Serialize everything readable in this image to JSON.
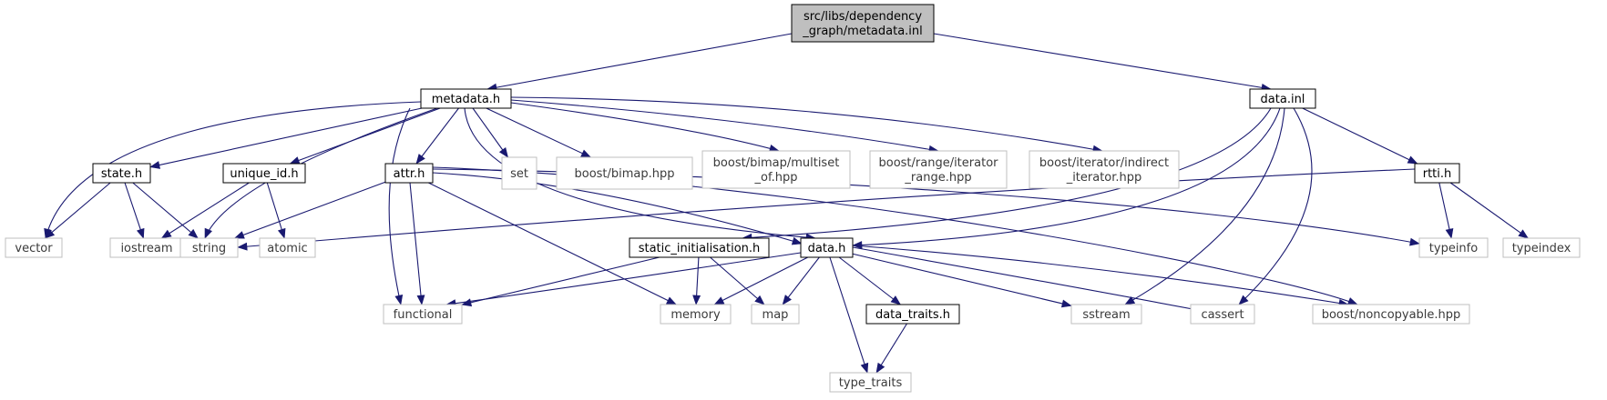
{
  "graph": {
    "nodes": [
      {
        "id": "root",
        "lines": [
          "src/libs/dependency",
          "_graph/metadata.inl"
        ],
        "kind": "root"
      },
      {
        "id": "metadata_h",
        "lines": [
          "metadata.h"
        ],
        "kind": "doc"
      },
      {
        "id": "data_inl",
        "lines": [
          "data.inl"
        ],
        "kind": "doc"
      },
      {
        "id": "state_h",
        "lines": [
          "state.h"
        ],
        "kind": "doc"
      },
      {
        "id": "unique_id_h",
        "lines": [
          "unique_id.h"
        ],
        "kind": "doc"
      },
      {
        "id": "attr_h",
        "lines": [
          "attr.h"
        ],
        "kind": "doc"
      },
      {
        "id": "set",
        "lines": [
          "set"
        ],
        "kind": "ext"
      },
      {
        "id": "bimap",
        "lines": [
          "boost/bimap.hpp"
        ],
        "kind": "ext"
      },
      {
        "id": "multiset",
        "lines": [
          "boost/bimap/multiset",
          "_of.hpp"
        ],
        "kind": "ext"
      },
      {
        "id": "iter_range",
        "lines": [
          "boost/range/iterator",
          "_range.hpp"
        ],
        "kind": "ext"
      },
      {
        "id": "indirect",
        "lines": [
          "boost/iterator/indirect",
          "_iterator.hpp"
        ],
        "kind": "ext"
      },
      {
        "id": "rtti_h",
        "lines": [
          "rtti.h"
        ],
        "kind": "doc"
      },
      {
        "id": "vector",
        "lines": [
          "vector"
        ],
        "kind": "ext"
      },
      {
        "id": "iostream",
        "lines": [
          "iostream"
        ],
        "kind": "ext"
      },
      {
        "id": "string",
        "lines": [
          "string"
        ],
        "kind": "ext"
      },
      {
        "id": "atomic",
        "lines": [
          "atomic"
        ],
        "kind": "ext"
      },
      {
        "id": "static_init",
        "lines": [
          "static_initialisation.h"
        ],
        "kind": "doc"
      },
      {
        "id": "data_h",
        "lines": [
          "data.h"
        ],
        "kind": "doc"
      },
      {
        "id": "typeinfo",
        "lines": [
          "typeinfo"
        ],
        "kind": "ext"
      },
      {
        "id": "typeindex",
        "lines": [
          "typeindex"
        ],
        "kind": "ext"
      },
      {
        "id": "functional",
        "lines": [
          "functional"
        ],
        "kind": "ext"
      },
      {
        "id": "memory",
        "lines": [
          "memory"
        ],
        "kind": "ext"
      },
      {
        "id": "map",
        "lines": [
          "map"
        ],
        "kind": "ext"
      },
      {
        "id": "data_traits",
        "lines": [
          "data_traits.h"
        ],
        "kind": "doc"
      },
      {
        "id": "sstream",
        "lines": [
          "sstream"
        ],
        "kind": "ext"
      },
      {
        "id": "cassert",
        "lines": [
          "cassert"
        ],
        "kind": "ext"
      },
      {
        "id": "noncopyable",
        "lines": [
          "boost/noncopyable.hpp"
        ],
        "kind": "ext"
      },
      {
        "id": "type_traits",
        "lines": [
          "type_traits"
        ],
        "kind": "ext"
      }
    ],
    "edges": [
      [
        "root",
        "metadata_h"
      ],
      [
        "root",
        "data_inl"
      ],
      [
        "metadata_h",
        "vector"
      ],
      [
        "metadata_h",
        "state_h"
      ],
      [
        "metadata_h",
        "string"
      ],
      [
        "metadata_h",
        "unique_id_h"
      ],
      [
        "metadata_h",
        "functional"
      ],
      [
        "metadata_h",
        "attr_h"
      ],
      [
        "metadata_h",
        "data_h"
      ],
      [
        "metadata_h",
        "set"
      ],
      [
        "metadata_h",
        "bimap"
      ],
      [
        "metadata_h",
        "multiset"
      ],
      [
        "metadata_h",
        "iter_range"
      ],
      [
        "metadata_h",
        "indirect"
      ],
      [
        "state_h",
        "vector"
      ],
      [
        "state_h",
        "iostream"
      ],
      [
        "state_h",
        "string"
      ],
      [
        "unique_id_h",
        "iostream"
      ],
      [
        "unique_id_h",
        "atomic"
      ],
      [
        "attr_h",
        "string"
      ],
      [
        "attr_h",
        "functional"
      ],
      [
        "attr_h",
        "memory"
      ],
      [
        "attr_h",
        "data_h"
      ],
      [
        "attr_h",
        "typeinfo"
      ],
      [
        "attr_h",
        "noncopyable"
      ],
      [
        "data_inl",
        "static_init"
      ],
      [
        "data_inl",
        "data_h"
      ],
      [
        "data_inl",
        "sstream"
      ],
      [
        "data_inl",
        "cassert"
      ],
      [
        "data_inl",
        "rtti_h"
      ],
      [
        "rtti_h",
        "string"
      ],
      [
        "rtti_h",
        "typeinfo"
      ],
      [
        "rtti_h",
        "typeindex"
      ],
      [
        "static_init",
        "functional"
      ],
      [
        "static_init",
        "memory"
      ],
      [
        "static_init",
        "map"
      ],
      [
        "data_h",
        "functional"
      ],
      [
        "data_h",
        "memory"
      ],
      [
        "data_h",
        "map"
      ],
      [
        "data_h",
        "type_traits"
      ],
      [
        "data_h",
        "data_traits"
      ],
      [
        "data_h",
        "sstream"
      ],
      [
        "data_h",
        "cassert"
      ],
      [
        "data_h",
        "noncopyable"
      ],
      [
        "data_traits",
        "type_traits"
      ]
    ]
  }
}
